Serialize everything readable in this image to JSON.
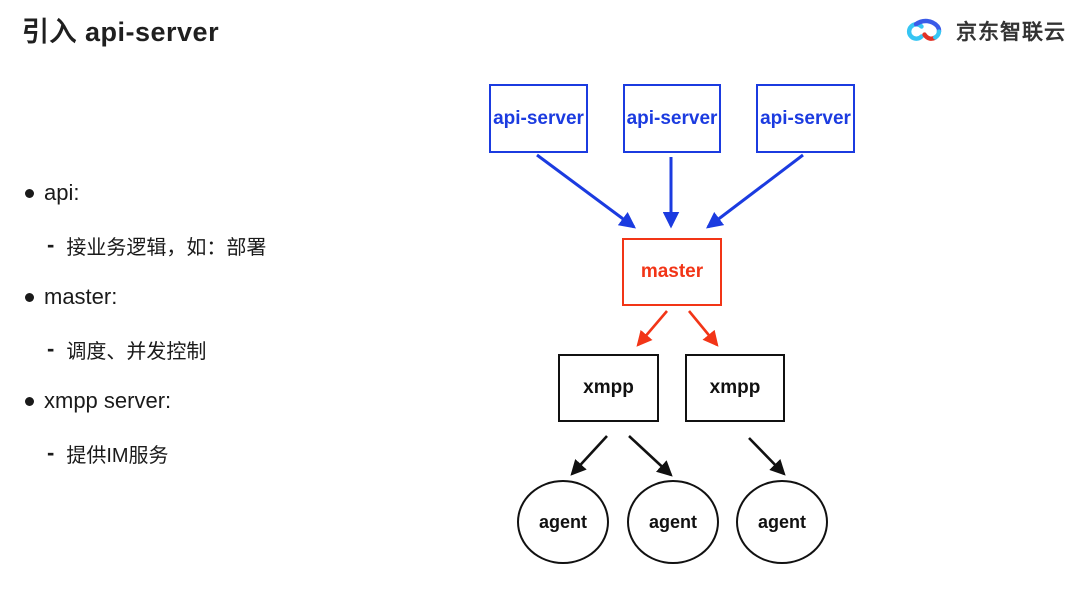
{
  "title": "引入 api-server",
  "logo": {
    "text": "京东智联云"
  },
  "list": {
    "items": [
      {
        "label": "api:",
        "sub_dash": "-",
        "sub": "接业务逻辑，如：部署"
      },
      {
        "label": "master:",
        "sub_dash": "-",
        "sub": "调度、并发控制"
      },
      {
        "label": "xmpp server:",
        "sub_dash": "-",
        "sub": "提供IM服务"
      }
    ]
  },
  "diagram": {
    "api_servers": [
      "api-server",
      "api-server",
      "api-server"
    ],
    "master": "master",
    "xmpp_nodes": [
      "xmpp",
      "xmpp"
    ],
    "agents": [
      "agent",
      "agent",
      "agent"
    ],
    "colors": {
      "api_server_blue": "#1b3be0",
      "master_red": "#f23517",
      "node_black": "#111111",
      "logo_cyan": "#36c5f3",
      "logo_blue": "#3a5be8",
      "logo_red": "#e23125"
    }
  }
}
